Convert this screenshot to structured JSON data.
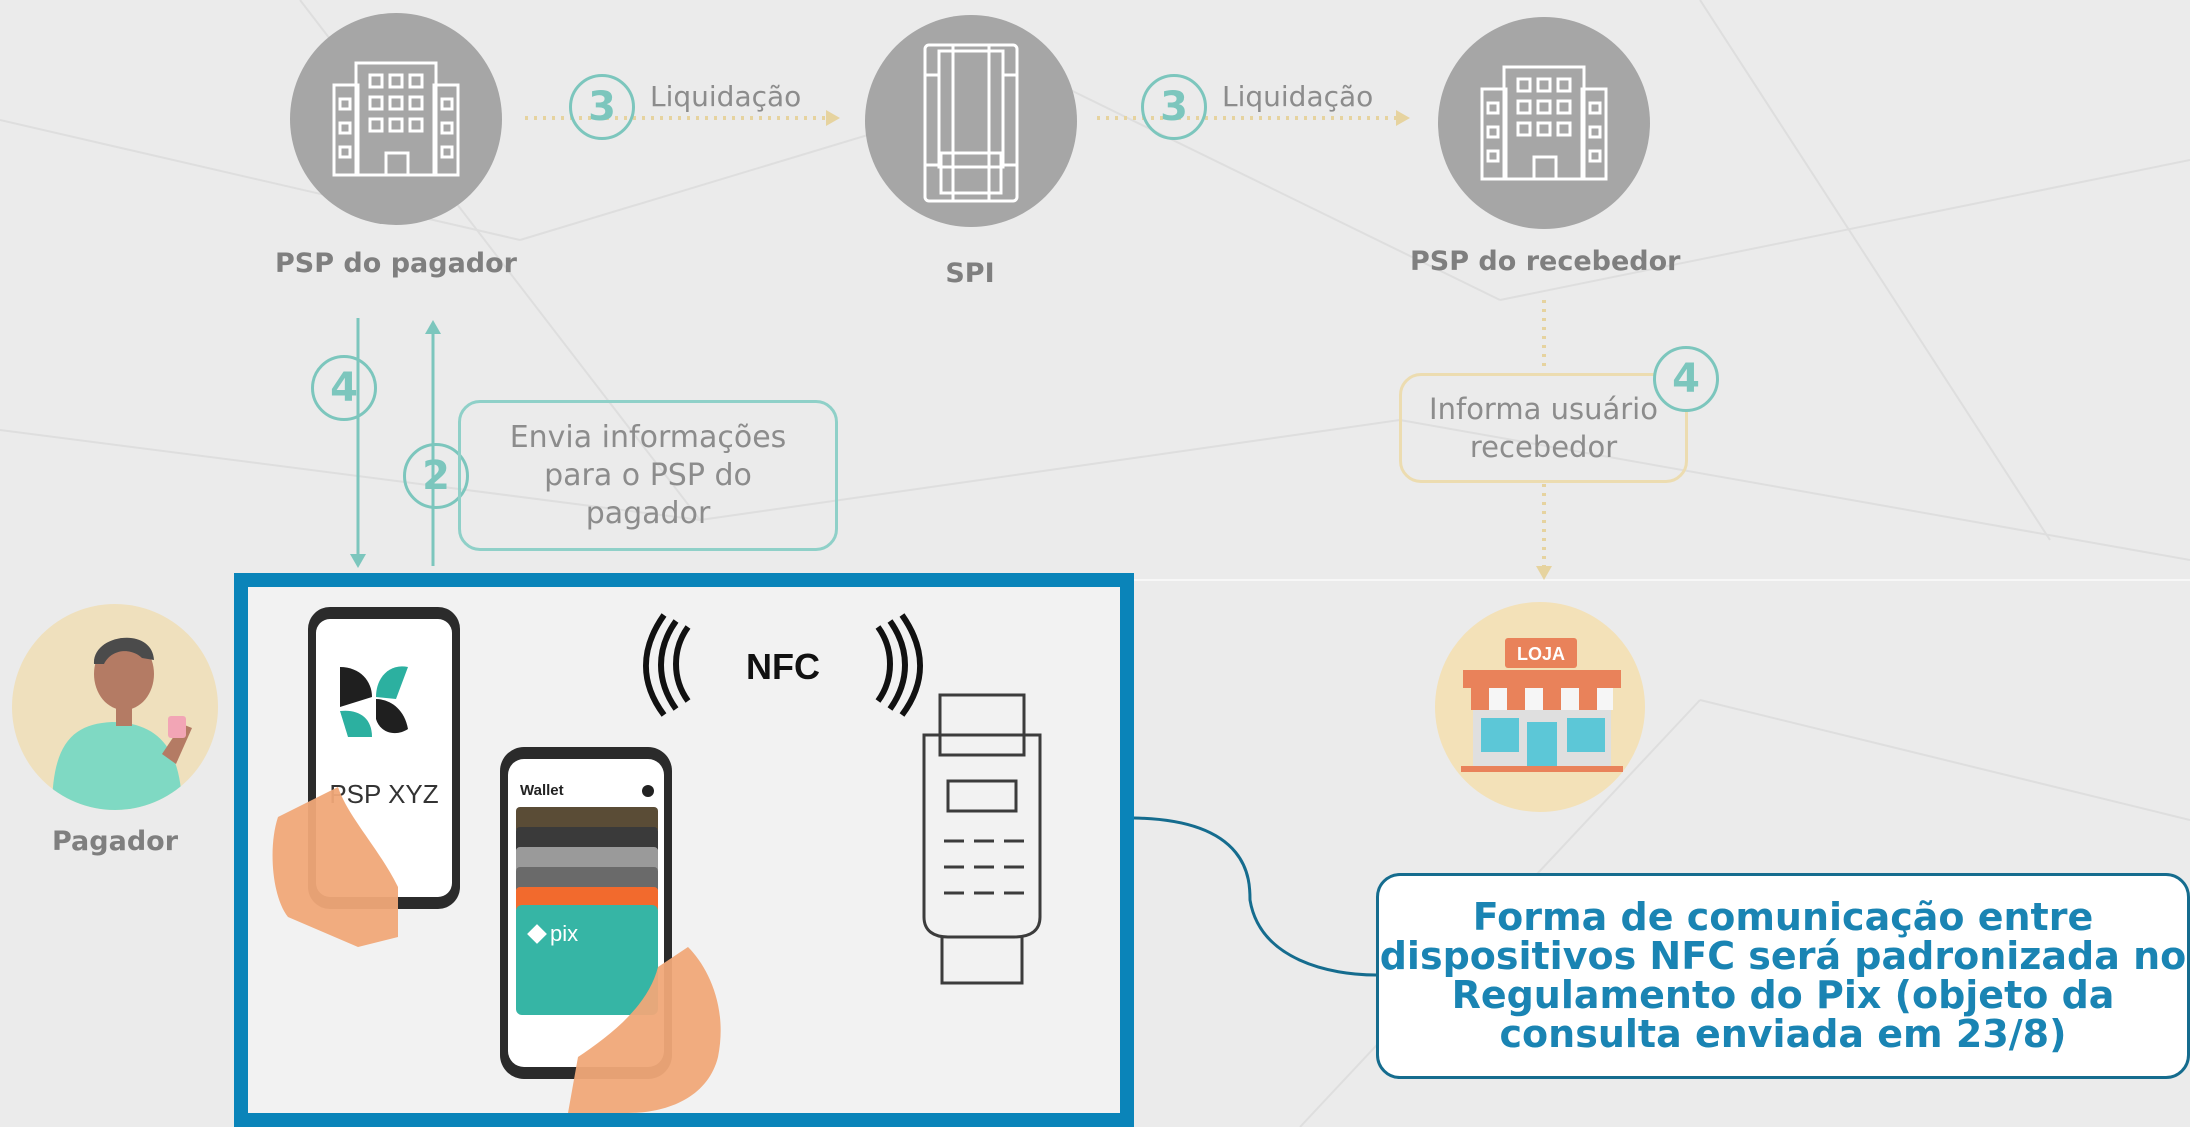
{
  "nodes": {
    "psp_pagador": "PSP do pagador",
    "spi": "SPI",
    "psp_recebedor": "PSP do recebedor",
    "pagador": "Pagador"
  },
  "steps": {
    "liquidacao_1": {
      "number": "3",
      "label": "Liquidação"
    },
    "liquidacao_2": {
      "number": "3",
      "label": "Liquidação"
    },
    "step_2": {
      "number": "2",
      "lines": [
        "Envia informações",
        "para o PSP do",
        "pagador"
      ]
    },
    "step_4_left": {
      "number": "4"
    },
    "step_4_right": {
      "number": "4",
      "lines": [
        "Informa usuário",
        "recebedor"
      ]
    }
  },
  "store": {
    "sign": "LOJA"
  },
  "phones": {
    "app_name": "PSP XYZ",
    "wallet_title": "Wallet",
    "pix_label": "pix"
  },
  "nfc_label": "NFC",
  "callout": {
    "lines": [
      "Forma de comunicação entre",
      "dispositivos NFC será padronizada no",
      "Regulamento do Pix (objeto da",
      "consulta enviada em 23/8)"
    ]
  },
  "colors": {
    "teal": "#7cc6bd",
    "beige": "#ecdcb0",
    "frame_blue": "#0a84b9",
    "callout_text": "#1a84b3",
    "node_gray": "#a6a6a6"
  }
}
